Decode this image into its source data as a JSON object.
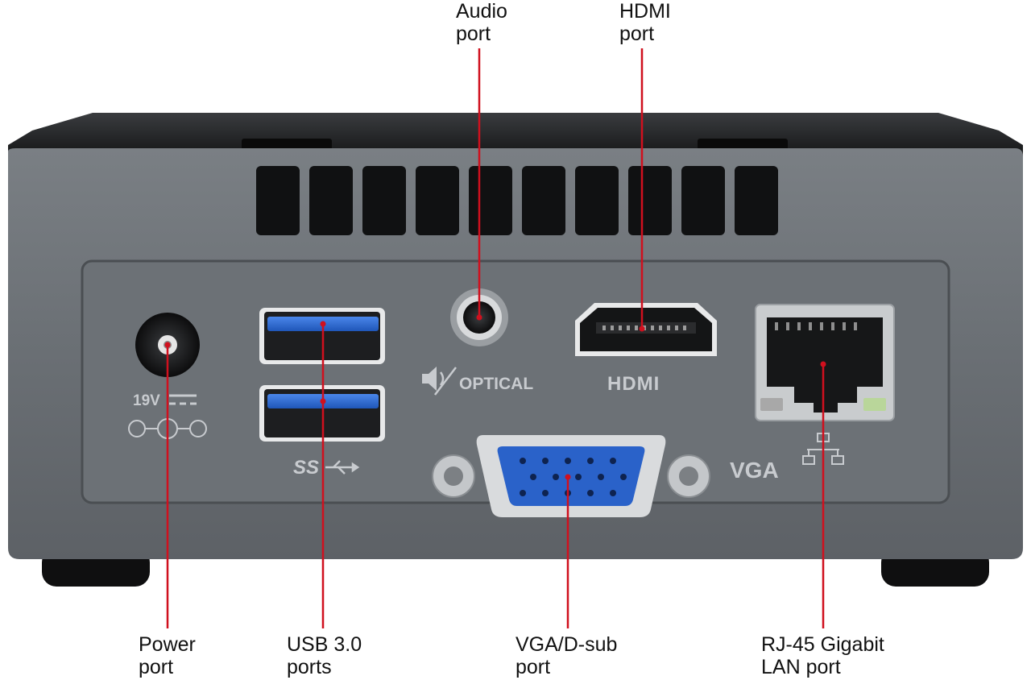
{
  "callouts": {
    "audio": {
      "line1": "Audio",
      "line2": "port"
    },
    "hdmi": {
      "line1": "HDMI",
      "line2": "port"
    },
    "power": {
      "line1": "Power",
      "line2": "port"
    },
    "usb": {
      "line1": "USB 3.0",
      "line2": "ports"
    },
    "vga": {
      "line1": "VGA/D-sub",
      "line2": "port"
    },
    "lan": {
      "line1": "RJ-45 Gigabit",
      "line2": "LAN port"
    }
  },
  "panel_labels": {
    "power_voltage": "19V",
    "audio": "OPTICAL",
    "hdmi": "HDMI",
    "vga": "VGA",
    "usb": "SS"
  },
  "colors": {
    "leader_line": "#d0101e",
    "chassis": "#6b7075",
    "usb_blue": "#2f6fd6",
    "vga_blue": "#2a62c9"
  }
}
